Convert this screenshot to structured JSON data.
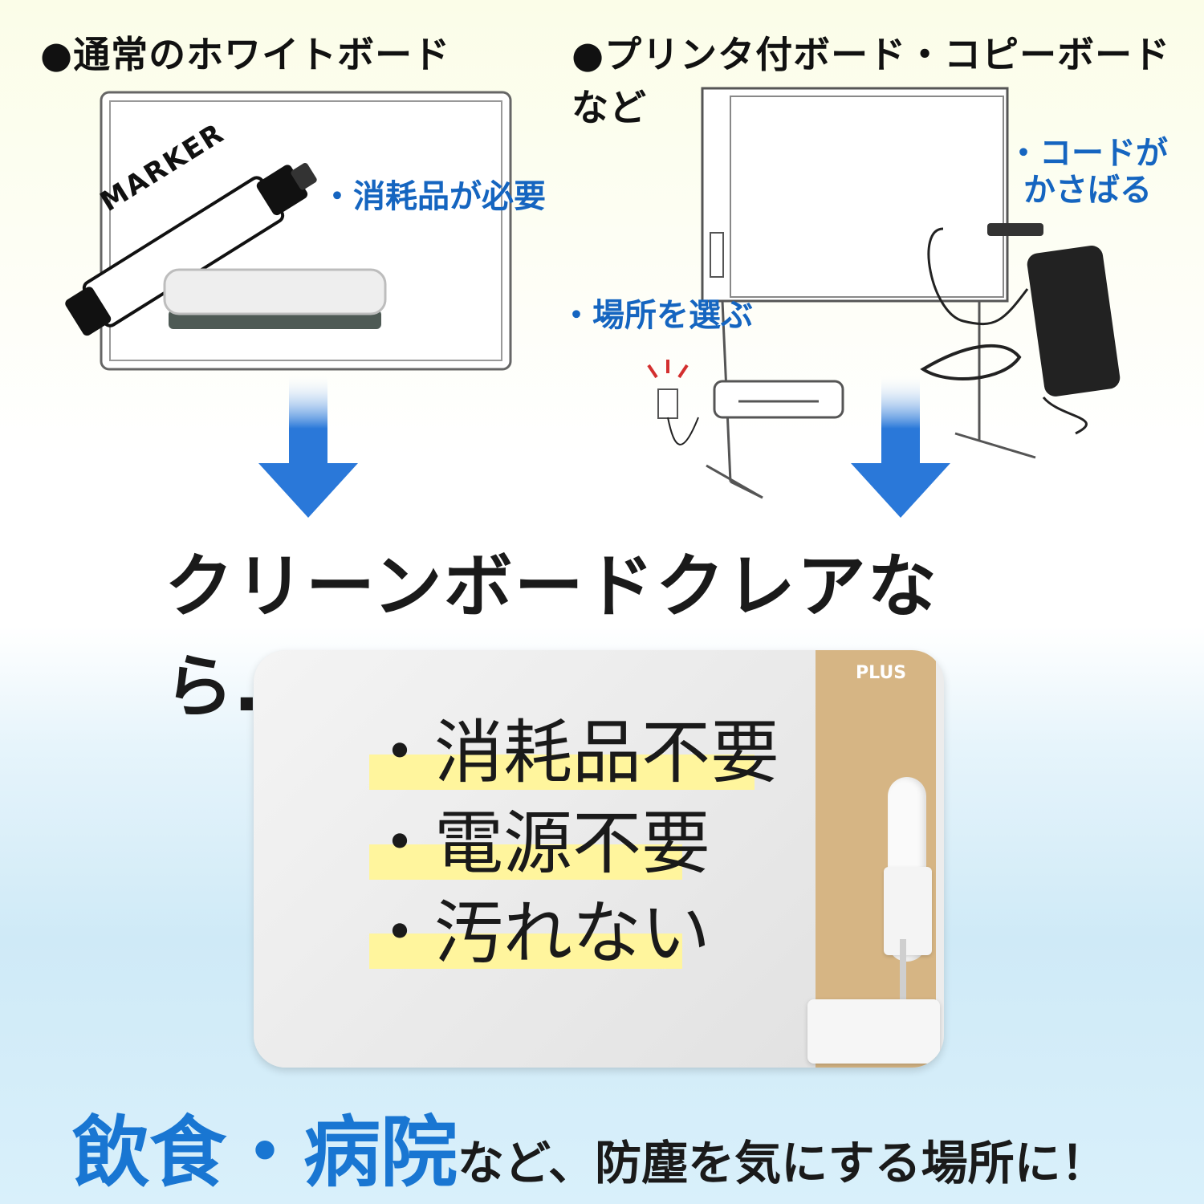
{
  "top": {
    "left_heading": "●通常のホワイトボード",
    "right_heading": "●プリンタ付ボード・コピーボードなど"
  },
  "left_panel": {
    "marker_text": "MARKER",
    "note": "・消耗品が必要"
  },
  "right_panel": {
    "note_cord_line1": "・コードが",
    "note_cord_line2": "かさばる",
    "note_place": "・場所を選ぶ"
  },
  "middle": {
    "title": "クリーンボードクレアなら……"
  },
  "product": {
    "brand": "PLUS",
    "bullets": [
      "・消耗品不要",
      "・電源不要",
      "・汚れない"
    ]
  },
  "footer": {
    "emph1": "飲食",
    "sep": "・",
    "emph2": "病院",
    "rest": "など、防塵を気にする場所に！"
  },
  "colors": {
    "accent_blue": "#1565c0",
    "arrow_blue": "#2a78d9",
    "highlight_yellow": "#fff59d",
    "board_tan": "#d6b584"
  }
}
